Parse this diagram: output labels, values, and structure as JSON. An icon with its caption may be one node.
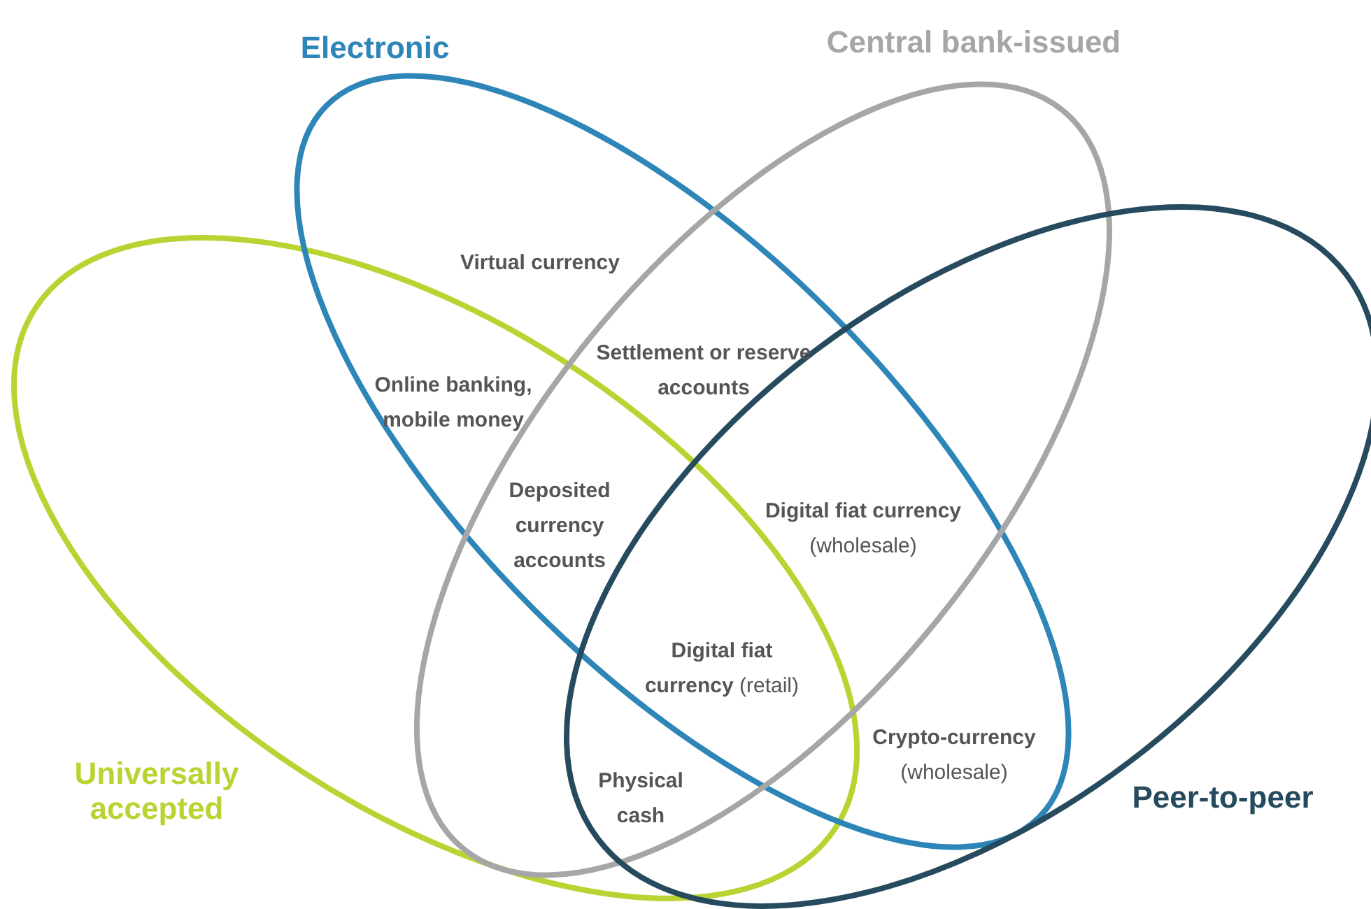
{
  "diagram": {
    "nodes": [
      {
        "text": [
          "Universally accepted"
        ]
      },
      {
        "text": [
          "Electronic"
        ]
      },
      {
        "text": [
          "Central bank-issued"
        ]
      },
      {
        "text": [
          "Peer-to-peer"
        ]
      }
    ],
    "edges": [],
    "labels": [
      "Virtual currency",
      "Online banking, mobile money",
      "Settlement or reserve accounts",
      "Deposited currency accounts",
      "**Digital fiat currency** (wholesale)",
      "**Digital fiat currency** (retail)",
      "**Crypto-currency** (wholesale)",
      "Physical cash"
    ]
  }
}
